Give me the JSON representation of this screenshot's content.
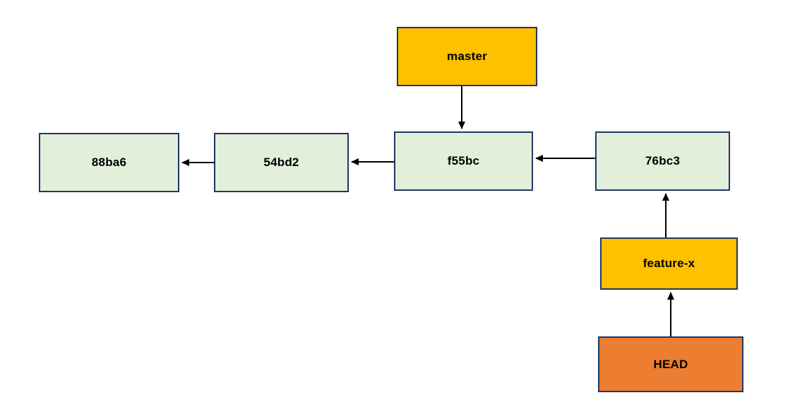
{
  "diagram": {
    "kind": "git-commit-graph",
    "background": "#FFFFFF",
    "nodes": {
      "master": {
        "label": "master",
        "role": "branch-pointer",
        "fill": "#FFC000"
      },
      "c88ba6": {
        "label": "88ba6",
        "role": "commit",
        "fill": "#E2EFDA"
      },
      "c54bd2": {
        "label": "54bd2",
        "role": "commit",
        "fill": "#E2EFDA"
      },
      "cf55bc": {
        "label": "f55bc",
        "role": "commit",
        "fill": "#E2EFDA"
      },
      "c76bc3": {
        "label": "76bc3",
        "role": "commit",
        "fill": "#E2EFDA"
      },
      "feature_x": {
        "label": "feature-x",
        "role": "branch-pointer",
        "fill": "#FFC000"
      },
      "head": {
        "label": "HEAD",
        "role": "head-pointer",
        "fill": "#ED7D31"
      }
    },
    "edges": [
      {
        "from": "master",
        "to": "f55bc",
        "direction": "down"
      },
      {
        "from": "54bd2",
        "to": "88ba6",
        "direction": "left"
      },
      {
        "from": "f55bc",
        "to": "54bd2",
        "direction": "left"
      },
      {
        "from": "76bc3",
        "to": "f55bc",
        "direction": "left"
      },
      {
        "from": "feature-x",
        "to": "76bc3",
        "direction": "up"
      },
      {
        "from": "HEAD",
        "to": "feature-x",
        "direction": "up"
      }
    ],
    "colors": {
      "border": "#1F3864",
      "arrow": "#000000",
      "text": "#000000",
      "branch_fill": "#FFC000",
      "commit_fill": "#E2EFDA",
      "head_fill": "#ED7D31"
    }
  }
}
